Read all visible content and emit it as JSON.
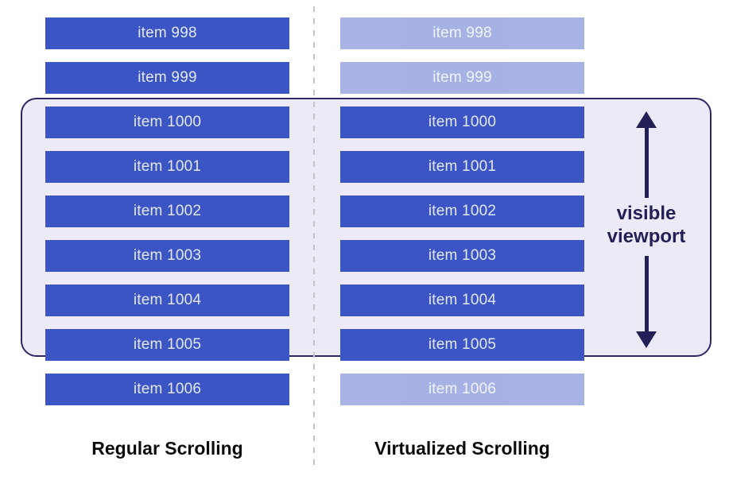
{
  "columns": {
    "left": {
      "caption": "Regular Scrolling",
      "items": [
        {
          "label": "item 998",
          "state": "rendered"
        },
        {
          "label": "item 999",
          "state": "rendered"
        },
        {
          "label": "item 1000",
          "state": "rendered"
        },
        {
          "label": "item 1001",
          "state": "rendered"
        },
        {
          "label": "item 1002",
          "state": "rendered"
        },
        {
          "label": "item 1003",
          "state": "rendered"
        },
        {
          "label": "item 1004",
          "state": "rendered"
        },
        {
          "label": "item 1005",
          "state": "rendered"
        },
        {
          "label": "item 1006",
          "state": "rendered"
        }
      ]
    },
    "right": {
      "caption": "Virtualized Scrolling",
      "items": [
        {
          "label": "item 998",
          "state": "virtualized"
        },
        {
          "label": "item 999",
          "state": "virtualized"
        },
        {
          "label": "item 1000",
          "state": "rendered"
        },
        {
          "label": "item 1001",
          "state": "rendered"
        },
        {
          "label": "item 1002",
          "state": "rendered"
        },
        {
          "label": "item 1003",
          "state": "rendered"
        },
        {
          "label": "item 1004",
          "state": "rendered"
        },
        {
          "label": "item 1005",
          "state": "rendered"
        },
        {
          "label": "item 1006",
          "state": "virtualized"
        }
      ]
    }
  },
  "viewport_annotation": {
    "line1": "visible",
    "line2": "viewport"
  },
  "colors": {
    "item_rendered": "#3b55c5",
    "item_virtualized": "#a9b3e7",
    "item_text": "#e3e8f7",
    "viewport_fill": "#eceaf7",
    "viewport_border": "#2e2767",
    "arrow": "#232058",
    "divider": "#c5c5c8",
    "caption_text": "#0b0b0b",
    "background": "#ffffff"
  }
}
